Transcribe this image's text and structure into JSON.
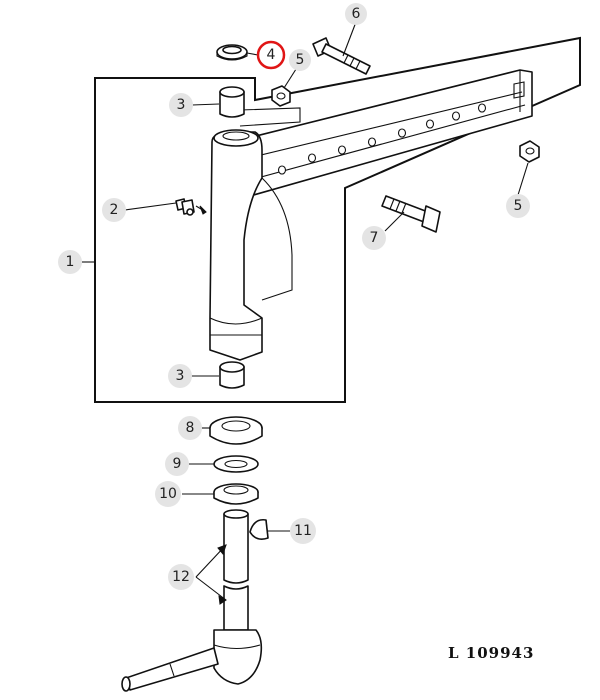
{
  "reference_code": "L 109943",
  "highlight_color": "#e01515",
  "callouts": [
    {
      "id": "c1",
      "label": "1"
    },
    {
      "id": "c2",
      "label": "2"
    },
    {
      "id": "c3a",
      "label": "3"
    },
    {
      "id": "c3b",
      "label": "3"
    },
    {
      "id": "c4",
      "label": "4",
      "highlighted": true
    },
    {
      "id": "c5a",
      "label": "5"
    },
    {
      "id": "c5b",
      "label": "5"
    },
    {
      "id": "c6",
      "label": "6"
    },
    {
      "id": "c7",
      "label": "7"
    },
    {
      "id": "c8",
      "label": "8"
    },
    {
      "id": "c9",
      "label": "9"
    },
    {
      "id": "c10",
      "label": "10"
    },
    {
      "id": "c11",
      "label": "11"
    },
    {
      "id": "c12",
      "label": "12"
    }
  ]
}
